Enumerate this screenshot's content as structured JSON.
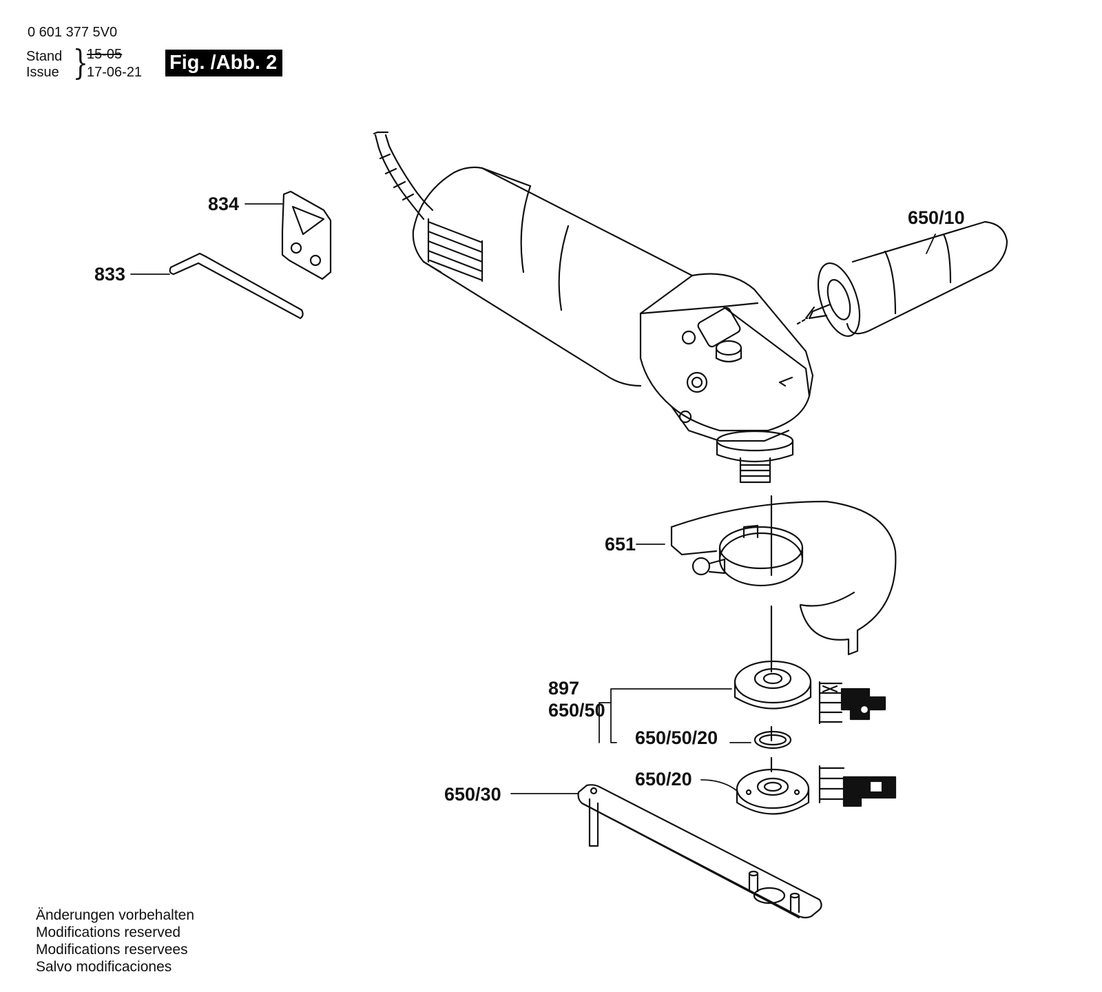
{
  "header": {
    "doc_number": "0 601 377 5V0",
    "stand_label": "Stand",
    "issue_label": "Issue",
    "stand_date": "15-05",
    "issue_date": "17-06-21",
    "fig_label": "Fig. /Abb. 2"
  },
  "callouts": {
    "p834": "834",
    "p833": "833",
    "p650_10": "650/10",
    "p651": "651",
    "p897": "897",
    "p650_50": "650/50",
    "p650_50_20": "650/50/20",
    "p650_20": "650/20",
    "p650_30": "650/30"
  },
  "notes": [
    "Änderungen vorbehalten",
    "Modifications reserved",
    "Modifications reservees",
    "Salvo modificaciones"
  ],
  "colors": {
    "ink": "#111111",
    "paper": "#ffffff",
    "label_bg": "#000000"
  }
}
